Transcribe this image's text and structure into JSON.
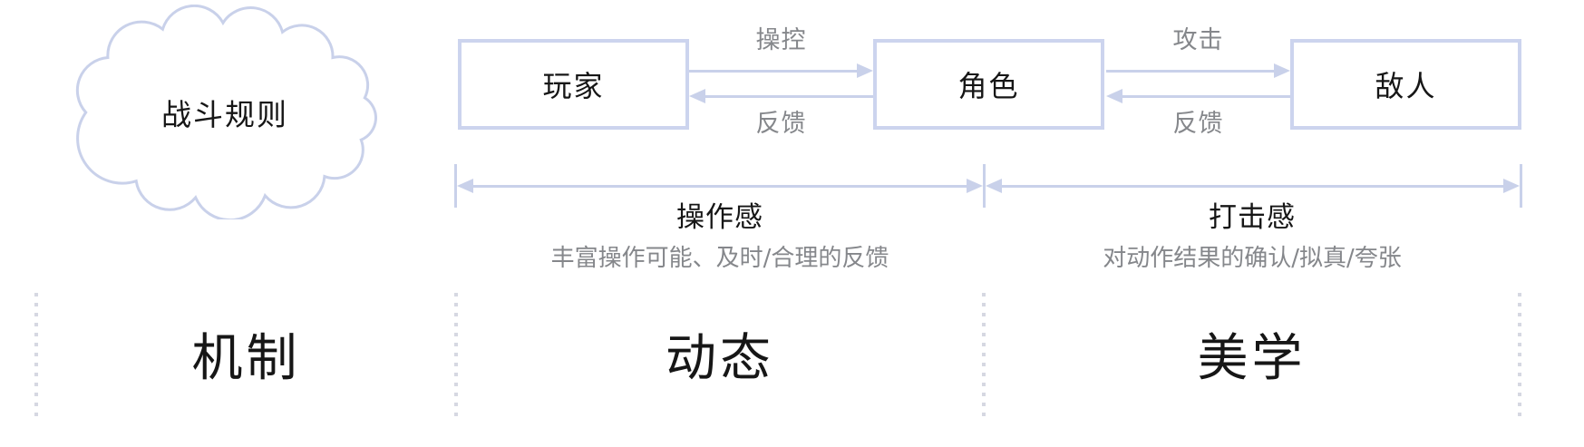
{
  "colors": {
    "line": "#c9d1ea",
    "box_border": "#ccd4ee",
    "gray_text": "#85878b",
    "black_text": "#161616",
    "divider_dot": "#d6d8e2",
    "background": "#ffffff"
  },
  "cloud": {
    "label": "战斗规则"
  },
  "flow": {
    "nodes": [
      {
        "label": "玩家"
      },
      {
        "label": "角色"
      },
      {
        "label": "敌人"
      }
    ],
    "edges": [
      {
        "from": "玩家",
        "to": "角色",
        "label": "操控",
        "direction": "right"
      },
      {
        "from": "角色",
        "to": "玩家",
        "label": "反馈",
        "direction": "left"
      },
      {
        "from": "角色",
        "to": "敌人",
        "label": "攻击",
        "direction": "right"
      },
      {
        "from": "敌人",
        "to": "角色",
        "label": "反馈",
        "direction": "left"
      }
    ]
  },
  "measures": [
    {
      "title": "操作感",
      "subtitle": "丰富操作可能、及时/合理的反馈"
    },
    {
      "title": "打击感",
      "subtitle": "对动作结果的确认/拟真/夸张"
    }
  ],
  "sections": [
    {
      "label": "机制"
    },
    {
      "label": "动态"
    },
    {
      "label": "美学"
    }
  ]
}
